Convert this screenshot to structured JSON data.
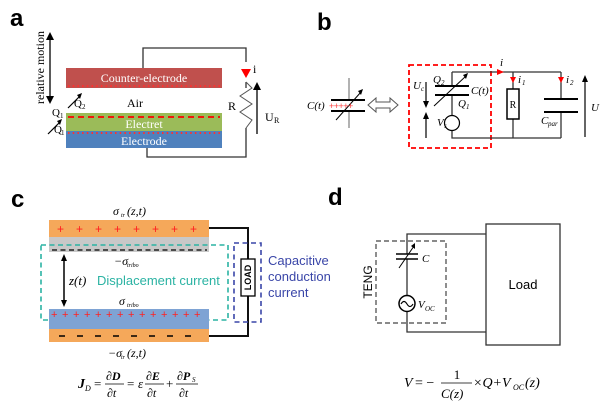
{
  "panels": {
    "a": {
      "label": "a",
      "relative_motion": "relative motion",
      "counter_electrode": "Counter-electrode",
      "air": "Air",
      "electret": "Electret",
      "electrode": "Electrode",
      "q1": "Q",
      "q1_sub": "1",
      "q2_sub": "2",
      "current": "i",
      "resistor": "R",
      "voltage": "U",
      "voltage_sub": "R",
      "colors": {
        "counter_electrode": "#c0504d",
        "electret": "#9bbb59",
        "electrode": "#4f81bd",
        "charge": "#ff0000"
      }
    },
    "b": {
      "label": "b",
      "ct_label": "C(t)",
      "uc": "U",
      "uc_sub": "c",
      "q2": "Q",
      "q2_sub": "2",
      "q1": "Q",
      "q1_sub": "1",
      "ct_inner": "C(t)",
      "vs": "V",
      "vs_sub": "s",
      "i": "i",
      "i1": "i",
      "i1_sub": "1",
      "i2": "i",
      "i2_sub": "2",
      "resistor": "R",
      "cpar": "C",
      "cpar_sub": "par",
      "u": "U",
      "colors": {
        "dashed_box": "#ff0000",
        "current_arrow": "#ff0000"
      }
    },
    "c": {
      "label": "c",
      "sigma_tr_top": "σ",
      "sigma_tr_sub": "tr",
      "sigma_tr_args": "(z,t)",
      "neg_sigma_triboarrow": "−σ",
      "tribo_sub": "tribo",
      "sigma_tribo": "σ",
      "z_t": "z(t)",
      "displacement_current": "Displacement current",
      "load": "LOAD",
      "capacitive_line1": "Capacitive",
      "capacitive_line2": "conduction",
      "capacitive_line3": "current",
      "neg_sigma_tr_bottom": "−σ",
      "formula": {
        "lhs": "J",
        "lhs_sub": "D",
        "eq": "=",
        "d_num": "∂D",
        "d_den": "∂t",
        "epsilon": "ε",
        "e_num": "∂E",
        "e_den": "∂t",
        "plus": "+",
        "p_num": "∂P",
        "p_sub": "S",
        "p_den": "∂t"
      },
      "colors": {
        "electrode": "#f5a85a",
        "dielectric_top": "#c8c8c8",
        "dielectric_bottom": "#7ea3d4",
        "displacement_box": "#2bb3a3",
        "capacitive_box": "#3a46a8",
        "capacitive_text": "#3a46a8",
        "displacement_text": "#2bb3a3"
      }
    },
    "d": {
      "label": "d",
      "teng": "TENG",
      "capacitor": "C",
      "voc": "V",
      "voc_sub": "OC",
      "load": "Load",
      "formula": {
        "v": "V",
        "eq": "= −",
        "num": "1",
        "den": "C(z)",
        "rest": "×Q+V",
        "rest_sub": "OC",
        "tail": "(z)"
      }
    }
  }
}
